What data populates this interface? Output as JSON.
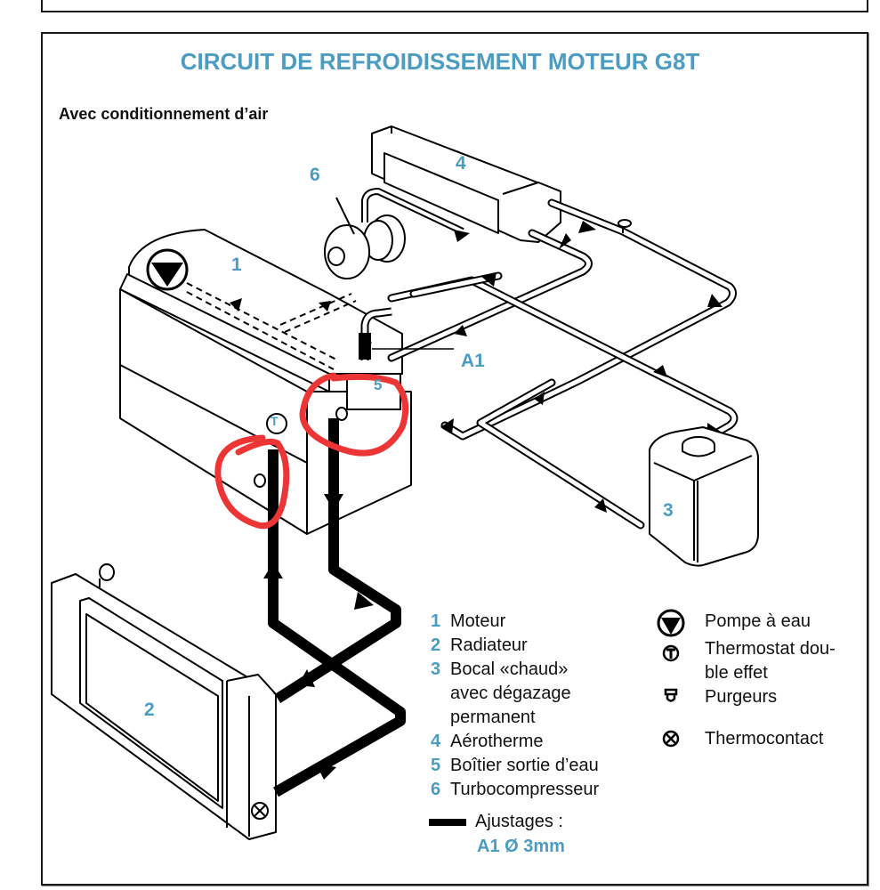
{
  "document": {
    "title": "CIRCUIT DE REFROIDISSEMENT MOTEUR G8T",
    "subtitle": "Avec conditionnement d’air"
  },
  "colors": {
    "accent": "#4b9cc2",
    "ink": "#111111",
    "annotation": "#ee3535"
  },
  "diagram": {
    "part_labels": {
      "p1": "1",
      "p2": "2",
      "p3": "3",
      "p4": "4",
      "p5": "5",
      "p6": "6",
      "a1": "A1",
      "thermostat_marker": "T"
    },
    "annotations": [
      {
        "shape": "hand-drawn circle",
        "color": "red",
        "target": "purgeur près du thermostat"
      },
      {
        "shape": "hand-drawn circle",
        "color": "red",
        "target": "boîtier sortie d'eau (5)"
      }
    ]
  },
  "legend": {
    "parts": [
      {
        "num": "1",
        "label": "Moteur"
      },
      {
        "num": "2",
        "label": "Radiateur"
      },
      {
        "num": "3",
        "label": "Bocal «chaud»",
        "cont": [
          "avec dégazage",
          "permanent"
        ]
      },
      {
        "num": "4",
        "label": "Aérotherme"
      },
      {
        "num": "5",
        "label": "Boîtier sortie d’eau"
      },
      {
        "num": "6",
        "label": "Turbocompresseur"
      }
    ],
    "symbols": [
      {
        "icon": "water-pump-icon",
        "label": "Pompe à eau"
      },
      {
        "icon": "thermostat-icon",
        "label": "Thermostat dou-",
        "cont": "ble effet"
      },
      {
        "icon": "bleed-screw-icon",
        "label": "Purgeurs"
      },
      {
        "icon": "thermocontact-icon",
        "label": "Thermocontact"
      }
    ],
    "adjustments": {
      "label": "Ajustages :",
      "value": "A1 Ø 3mm"
    }
  }
}
